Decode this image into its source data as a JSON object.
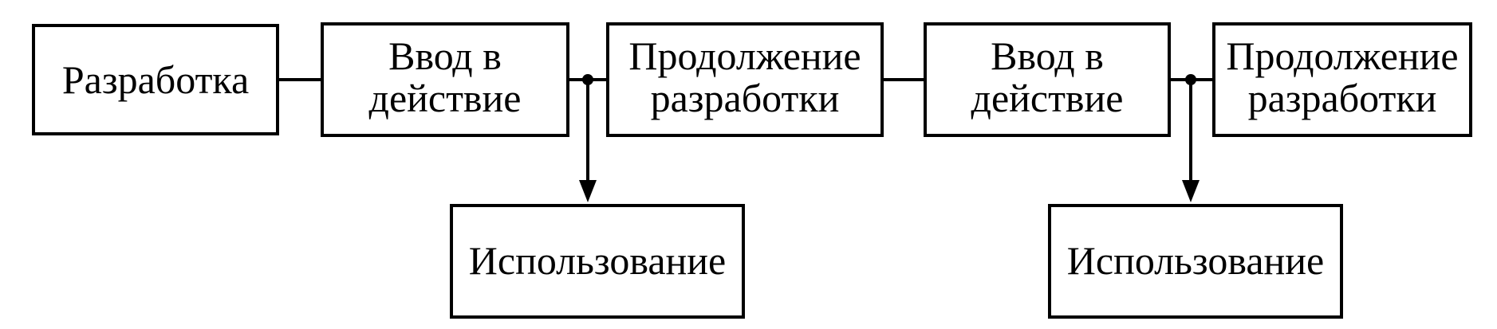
{
  "diagram": {
    "nodes": [
      {
        "id": "dev1",
        "lines": [
          "Разработка"
        ]
      },
      {
        "id": "deploy1",
        "lines": [
          "Ввод в",
          "действие"
        ]
      },
      {
        "id": "cont1",
        "lines": [
          "Продолжение",
          "разработки"
        ]
      },
      {
        "id": "deploy2",
        "lines": [
          "Ввод в",
          "действие"
        ]
      },
      {
        "id": "cont2",
        "lines": [
          "Продолжение",
          "разработки"
        ]
      },
      {
        "id": "use1",
        "lines": [
          "Использование"
        ]
      },
      {
        "id": "use2",
        "lines": [
          "Использование"
        ]
      }
    ],
    "edges": [
      {
        "from": "dev1",
        "to": "deploy1"
      },
      {
        "from": "deploy1",
        "to": "cont1"
      },
      {
        "from": "cont1",
        "to": "deploy2"
      },
      {
        "from": "deploy2",
        "to": "cont2"
      },
      {
        "from": "deploy1",
        "to": "use1"
      },
      {
        "from": "deploy2",
        "to": "use2"
      }
    ],
    "colors": {
      "stroke": "#000000",
      "background": "#ffffff",
      "text": "#000000"
    }
  }
}
